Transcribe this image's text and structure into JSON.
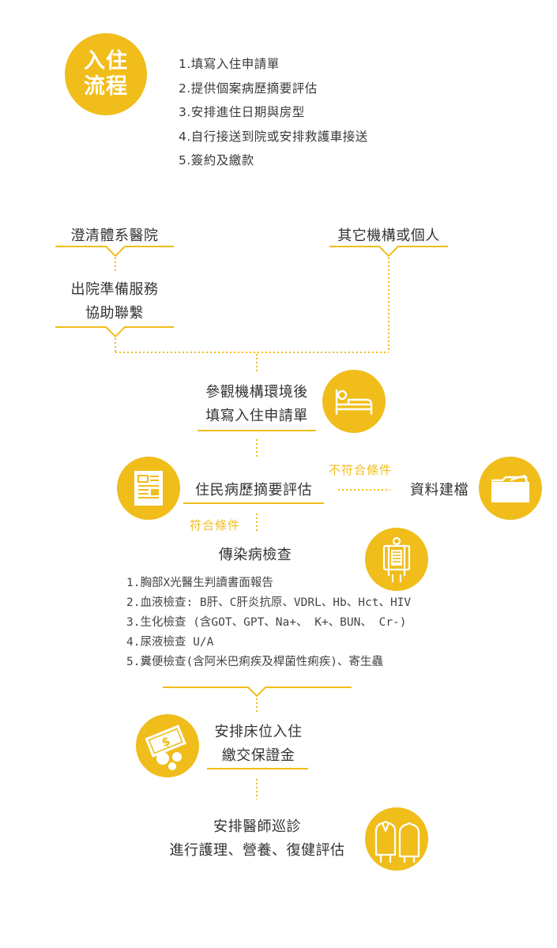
{
  "header": {
    "badge_line1": "入住",
    "badge_line2": "流程",
    "steps": [
      "1.填寫入住申請單",
      "2.提供個案病歷摘要評估",
      "3.安排進住日期與房型",
      "4.自行接送到院或安排救護車接送",
      "5.簽約及繳款"
    ]
  },
  "flow": {
    "source_left": "澄清體系醫院",
    "discharge_line1": "出院準備服務",
    "discharge_line2": "協助聯繫",
    "source_right": "其它機構或個人",
    "visit_line1": "參觀機構環境後",
    "visit_line2": "填寫入住申請單",
    "assessment": "住民病歷摘要評估",
    "not_qualified": "不符合條件",
    "archive": "資料建檔",
    "qualified": "符合條件",
    "infection_title": "傳染病檢查",
    "infection_checks": [
      "1.胸部X光醫生判讀書面報告",
      "2.血液檢查: B肝、C肝炎抗原、VDRL、Hb、Hct、HIV",
      "3.生化檢查 (含GOT、GPT、Na+、 K+、BUN、 Cr-)",
      "4.尿液檢查 U/A",
      "5.糞便檢查(含阿米巴痢疾及桿菌性痢疾)、寄生蟲"
    ],
    "bed_line1": "安排床位入住",
    "bed_line2": "繳交保證金",
    "doctor_line1": "安排醫師巡診",
    "doctor_line2": "進行護理、營養、復健評估"
  },
  "colors": {
    "accent": "#f0bd1b",
    "text": "#333333"
  },
  "icons": {
    "bed": "bed-icon",
    "document": "document-icon",
    "folder": "folder-icon",
    "xray": "xray-icon",
    "money": "money-icon",
    "doctor": "doctor-nurse-icon"
  }
}
